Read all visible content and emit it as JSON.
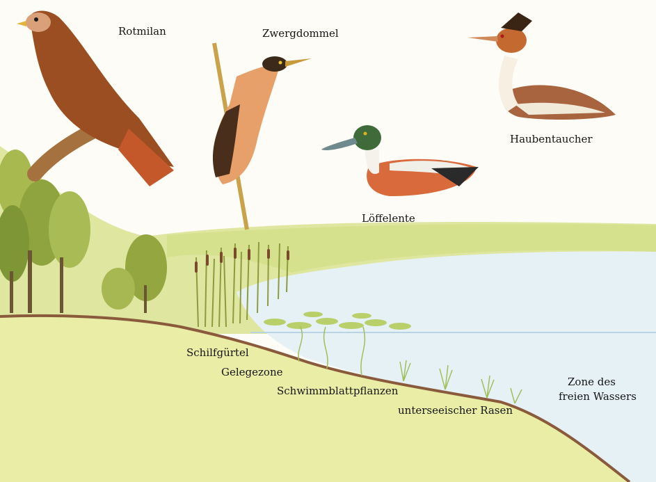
{
  "birds": {
    "rotmilan": "Rotmilan",
    "zwergdommel": "Zwergdommel",
    "haubentaucher": "Haubentaucher",
    "loeffelente": "Löffelente"
  },
  "zones": {
    "schilfguertel": "Schilfgürtel",
    "gelegezone": "Gelegezone",
    "schwimmblattpflanzen": "Schwimmblattpflanzen",
    "unterseeischer_rasen": "unterseeischer Rasen",
    "freies_wasser_line1": "Zone des",
    "freies_wasser_line2": "freien Wassers"
  },
  "colors": {
    "background": "#fdfcf6",
    "meadow": "#dfe6a0",
    "ground": "#e9eda6",
    "water": "#e6f1f6",
    "bank_line": "#8a5a3c"
  }
}
